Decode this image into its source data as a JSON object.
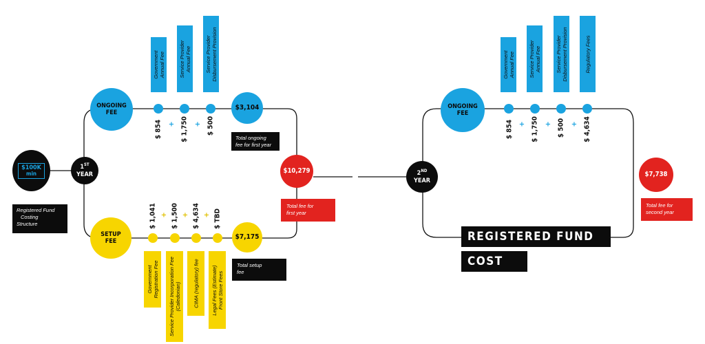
{
  "colors": {
    "blue": "#1aa3e0",
    "yellow": "#f7d500",
    "red": "#e2231f",
    "black": "#0c0c0c"
  },
  "start": {
    "badge_amount": "$100K",
    "badge_unit": "min",
    "label": [
      "Registered Fund",
      "Costing",
      "Structure"
    ]
  },
  "year1": {
    "node_num": "1",
    "node_sup": "ST",
    "node_word": "YEAR",
    "ongoing": {
      "title_l1": "ONGOING",
      "title_l2": "FEE",
      "items": [
        {
          "label": [
            "Government",
            "Annual Fee"
          ],
          "amount": "$ 854"
        },
        {
          "label": [
            "Service Provider",
            "Annual Fee"
          ],
          "amount": "$ 1,750"
        },
        {
          "label": [
            "Service Provider",
            "Disbursement Provision"
          ],
          "amount": "$ 500"
        }
      ],
      "total": "$3,104",
      "total_label": [
        "Total ongoing",
        "fee for first year"
      ]
    },
    "setup": {
      "title_l1": "SETUP",
      "title_l2": "FEE",
      "items": [
        {
          "label": [
            "Government",
            "Registration Fee"
          ],
          "amount": "$ 1,041"
        },
        {
          "label": [
            "Service Provider Incorporation Fee",
            "(Caledonian)"
          ],
          "amount": "$ 1,500"
        },
        {
          "label": [
            "CIMA (regulatory) fee"
          ],
          "amount": "$ 4,634"
        },
        {
          "label": [
            "Legal Fees (Estimate)",
            "Front Store Fees"
          ],
          "amount": "$ TBD"
        }
      ],
      "total": "$7,175",
      "total_label": [
        "Total setup",
        "fee"
      ]
    },
    "total": "$10,279",
    "total_label": [
      "Total fee for",
      "first year"
    ]
  },
  "year2": {
    "node_num": "2",
    "node_sup": "ND",
    "node_word": "YEAR",
    "ongoing": {
      "title_l1": "ONGOING",
      "title_l2": "FEE",
      "items": [
        {
          "label": [
            "Government",
            "Annual Fee"
          ],
          "amount": "$ 854"
        },
        {
          "label": [
            "Service Provider",
            "Annual Fee"
          ],
          "amount": "$ 1,750"
        },
        {
          "label": [
            "Service Provider",
            "Disbursement Provision"
          ],
          "amount": "$ 500"
        },
        {
          "label": [
            "Regulatory Fees"
          ],
          "amount": "$ 4,634"
        }
      ]
    },
    "total": "$7,738",
    "total_label": [
      "Total fee for",
      "second year"
    ]
  },
  "title": {
    "line1": "REGISTERED FUND",
    "line2": "COST"
  }
}
